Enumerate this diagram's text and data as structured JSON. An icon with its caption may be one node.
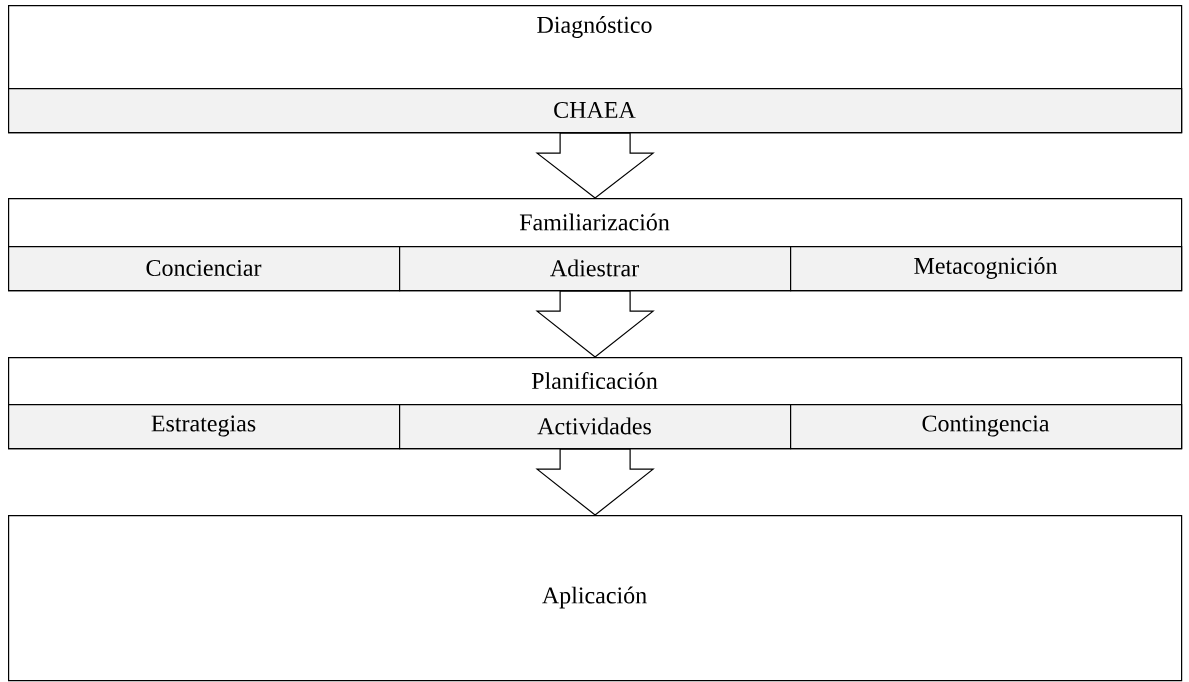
{
  "diagram": {
    "nodes": [
      {
        "text": [
          "Diagnóstico"
        ]
      },
      {
        "text": [
          "CHAEA"
        ],
        "in": 0
      },
      {
        "text": [
          "Familiarización"
        ]
      },
      {
        "text": [
          "Concienciar"
        ],
        "in": 2
      },
      {
        "text": [
          "Adiestrar"
        ],
        "in": 2
      },
      {
        "text": [
          "Metacognición"
        ],
        "in": 2
      },
      {
        "text": [
          "Planificación"
        ]
      },
      {
        "text": [
          "Estrategias"
        ],
        "in": 6
      },
      {
        "text": [
          "Actividades"
        ],
        "in": 6
      },
      {
        "text": [
          "Contingencia"
        ],
        "in": 6
      },
      {
        "text": [
          "Aplicación"
        ]
      }
    ],
    "edges": [
      {
        "from": 0,
        "to": 2,
        "arrow": "to"
      },
      {
        "from": 2,
        "to": 6,
        "arrow": "to"
      },
      {
        "from": 6,
        "to": 10,
        "arrow": "to"
      }
    ]
  }
}
